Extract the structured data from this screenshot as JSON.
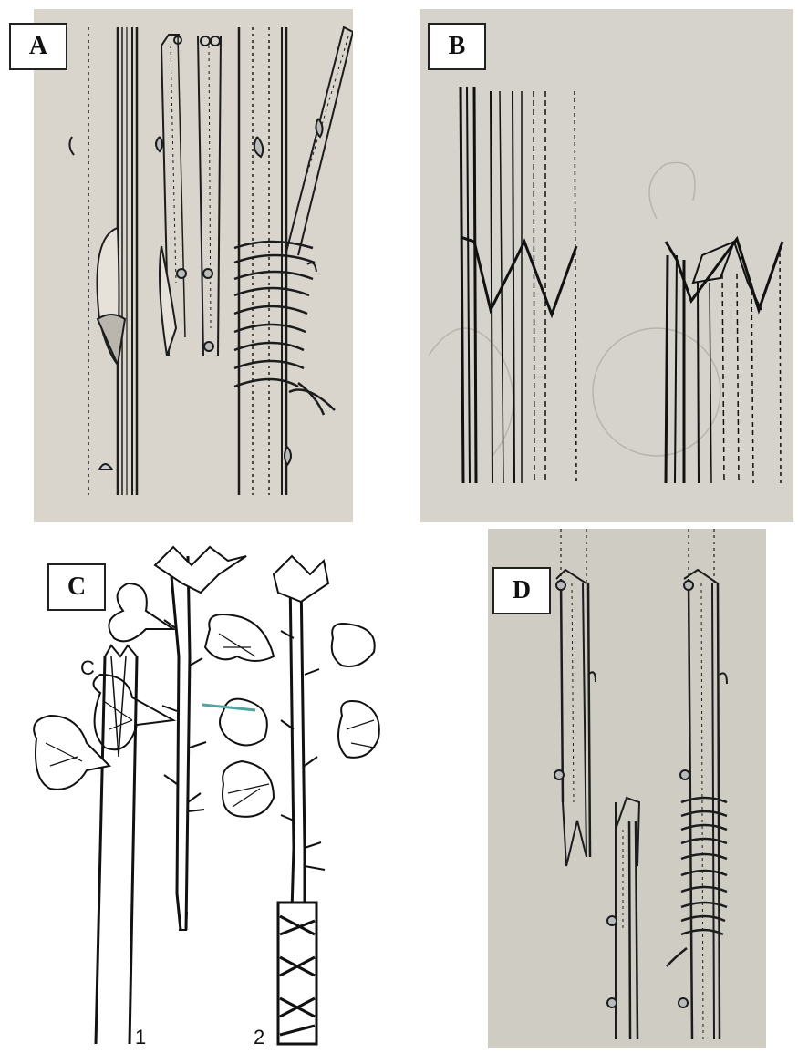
{
  "panels": {
    "a": {
      "label": "A"
    },
    "b": {
      "label": "B"
    },
    "c": {
      "label": "C",
      "side_letter": "C",
      "step_1": "1",
      "step_2": "2"
    },
    "d": {
      "label": "D"
    }
  },
  "colors": {
    "paper_a": "#d9d5cc",
    "paper_b": "#d6d3cc",
    "paper_d": "#cfccc4",
    "ink": "#1c1c1c",
    "marker": "#4fa3a0"
  }
}
